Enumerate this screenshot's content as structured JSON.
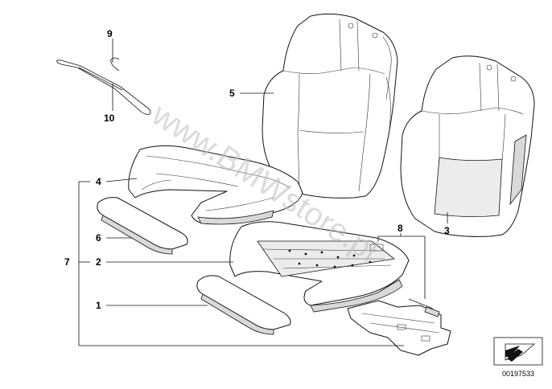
{
  "callouts": {
    "c1": "1",
    "c2": "2",
    "c3": "3",
    "c4": "4",
    "c5": "5",
    "c6": "6",
    "c7": "7",
    "c8": "8",
    "c9": "9",
    "c10": "10"
  },
  "watermark": "www.BMWstore.pl",
  "diagram_id": "00197533",
  "icons": {
    "corner": "arrow-icon"
  }
}
